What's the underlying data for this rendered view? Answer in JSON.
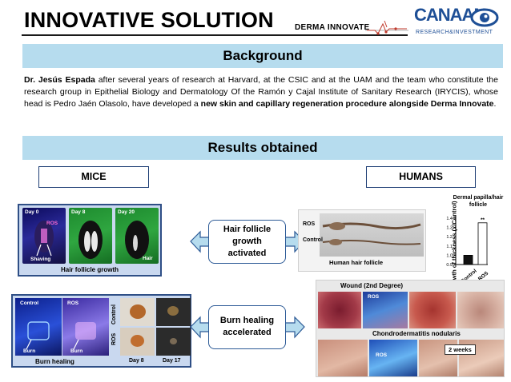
{
  "header": {
    "title": "INNOVATIVE SOLUTION"
  },
  "logos": {
    "derma": "DERMA INNOVATE",
    "canaan_name": "CANAAN",
    "canaan_sub": "RESEARCH&INVESTMENT"
  },
  "sections": {
    "background": "Background",
    "results": "Results obtained"
  },
  "paragraph": {
    "name": "Dr. Jesús Espada",
    "part1": " after several years of research at Harvard, at the CSIC and at the UAM and the team who constitute the research group in Epithelial Biology and Dermatology Of the Ramón y Cajal Institute of Sanitary Research (IRYCIS), whose head is Pedro Jaén Olasolo, have developed a ",
    "highlight": "new skin and capillary regeneration procedure alongside Derma Innovate",
    "end": "."
  },
  "labels": {
    "mice": "MICE",
    "humans": "HUMANS"
  },
  "results": {
    "hair": [
      "Hair follicle",
      "growth",
      "activated"
    ],
    "burn": [
      "Burn healing",
      "accelerated"
    ]
  },
  "mice_hair": {
    "day0": "Day 0",
    "day8": "Day 8",
    "day20": "Day 20",
    "ros": "ROS",
    "shaving": "Shaving",
    "hair": "Hair",
    "caption": "Hair follicle growth"
  },
  "mice_burn": {
    "control": "Control",
    "ros": "ROS",
    "burn1": "Burn",
    "burn2": "Burn",
    "control_side": "Control",
    "ros_side": "ROS",
    "day8": "Day 8",
    "day17": "Day 17",
    "caption": "Burn healing"
  },
  "human_hair": {
    "ros": "ROS",
    "control": "Control",
    "caption": "Human hair follicle"
  },
  "papilla_chart": {
    "title": "Dermal papilla/hair follicle",
    "ylabel": "Growth of thickness (x/Control)",
    "ticks": [
      "1.4",
      "1.3",
      "1.2",
      "1.1",
      "1.0",
      "0.9"
    ],
    "sig": "**",
    "categories": [
      "Control",
      "ROS"
    ],
    "values": [
      1.0,
      1.35
    ]
  },
  "wound": {
    "title": "Wound (2nd Degree)",
    "ros": "ROS",
    "subtitle": "Chondrodermatitis nodularis",
    "ros2": "ROS",
    "weeks": "2 weeks"
  }
}
